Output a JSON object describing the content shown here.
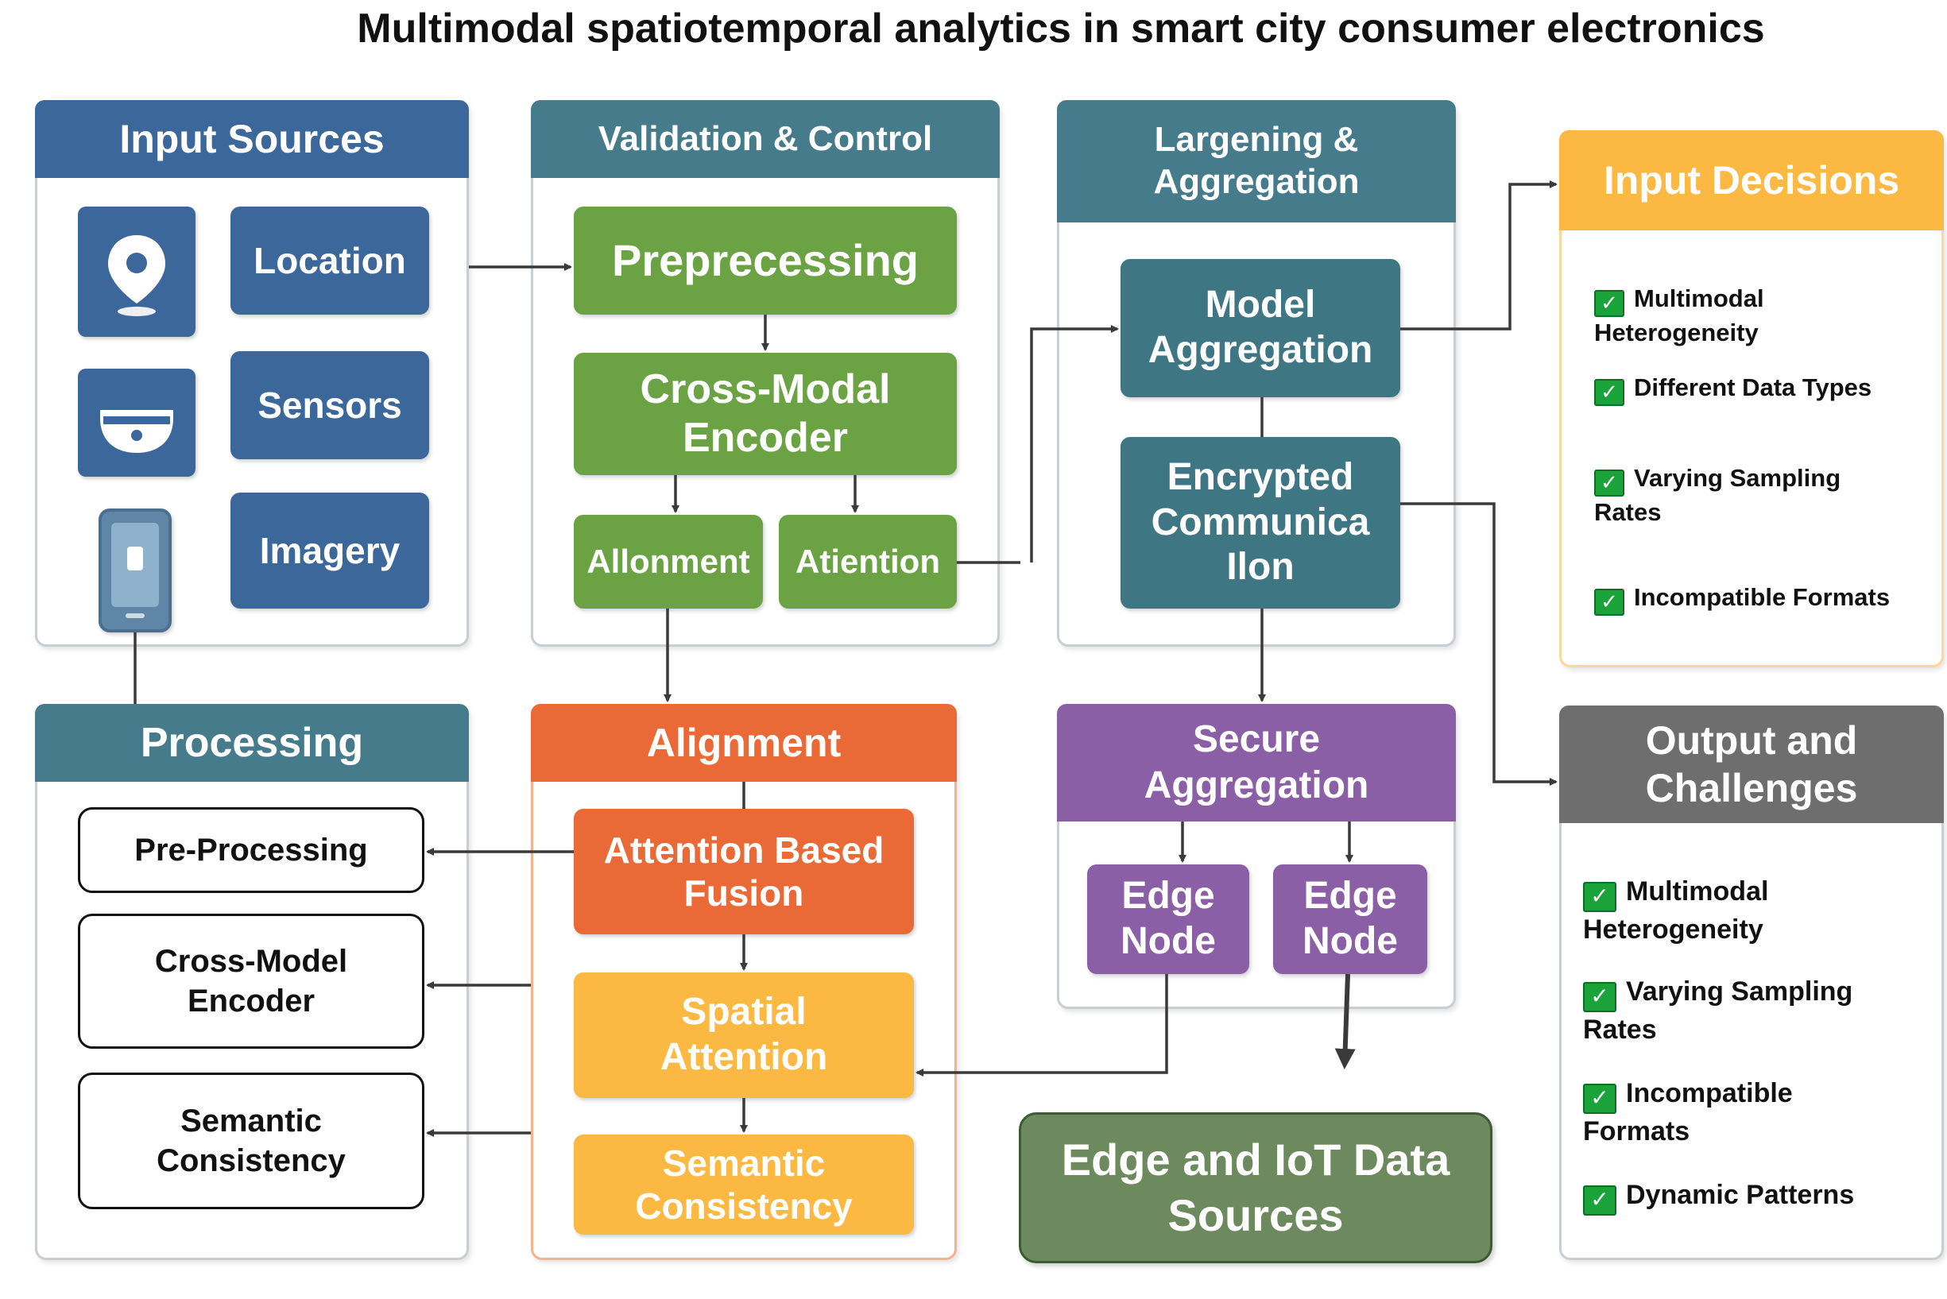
{
  "title": "Multimodal spatiotemporal analytics in smart city consumer electronics",
  "colors": {
    "blue": "#3c679a",
    "teal": "#457b8a",
    "teal_dark": "#3f7683",
    "green": "#6ba243",
    "orange": "#ea6a37",
    "yellow": "#fbb944",
    "purple": "#8a5fa6",
    "gray": "#6e6e6e",
    "dark_green": "#6c8a5d",
    "check": "#1aa33a"
  },
  "input_sources": {
    "header": "Input Sources",
    "icons": [
      "location-pin-icon",
      "camera-sensor-icon",
      "smartphone-icon"
    ],
    "items": [
      "Location",
      "Sensors",
      "Imagery"
    ]
  },
  "validation": {
    "header": "Validation & Control",
    "preprocessing": "Preprecessing",
    "encoder": "Cross-Modal Encoder",
    "allonment": "Allonment",
    "attention": "Atiention"
  },
  "largening": {
    "header": "Largening & Aggregation",
    "model": "Model Aggregation",
    "encrypted": "Encrypted Communica Ilon"
  },
  "input_decisions": {
    "header": "Input Decisions",
    "items": [
      {
        "first": "Multimodal",
        "rest": "Heterogeneity"
      },
      {
        "first": "Different Data Types",
        "rest": ""
      },
      {
        "first": "Varying Sampling",
        "rest": "Rates"
      },
      {
        "first": "Incompatible Formats",
        "rest": ""
      }
    ]
  },
  "processing": {
    "header": "Processing",
    "items": [
      "Pre-Processing",
      "Cross-Model Encoder",
      "Semantic Consistency"
    ]
  },
  "alignment": {
    "header": "Alignment",
    "fusion": "Attention Based Fusion",
    "spatial": "Spatial Attention",
    "semantic": "Semantic Consistency"
  },
  "secure": {
    "header": "Secure Aggregation",
    "edge1": "Edge Node",
    "edge2": "Edge Node"
  },
  "output": {
    "header": "Output and Challenges",
    "items": [
      {
        "first": "Multimodal",
        "rest": "Heterogeneity"
      },
      {
        "first": "Varying Sampling",
        "rest": "Rates"
      },
      {
        "first": "Incompatible",
        "rest": "Formats"
      },
      {
        "first": "Dynamic Patterns",
        "rest": ""
      }
    ]
  },
  "edge_iot": "Edge and IoT Data Sources"
}
